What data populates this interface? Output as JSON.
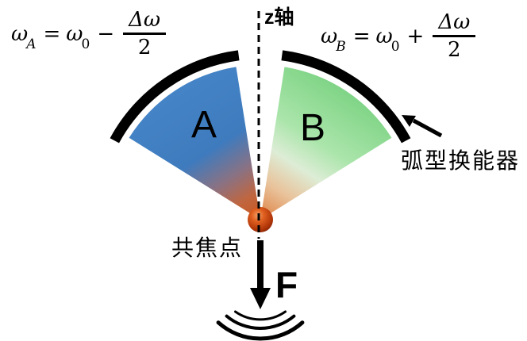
{
  "labels": {
    "z_axis": "z轴",
    "sector_a": "A",
    "sector_b": "B",
    "transducer": "弧型换能器",
    "focal_point": "共焦点",
    "force": "F"
  },
  "formula_a": {
    "sym1": "ω",
    "sub1": "A",
    "eq": "=",
    "sym2": "ω",
    "sub2": "0",
    "op": "−",
    "frac_num": "Δω",
    "frac_den": "2"
  },
  "formula_b": {
    "sym1": "ω",
    "sub1": "B",
    "eq": "=",
    "sym2": "ω",
    "sub2": "0",
    "op": "+",
    "frac_num": "Δω",
    "frac_den": "2"
  },
  "colors": {
    "ink": "#000000",
    "sector_a_stops": {
      "s0": "#4484c6",
      "s1": "#3e7bbe",
      "s2": "#8a7283",
      "s3": "#c0663f",
      "s4": "#c9561f"
    },
    "sector_b_stops": {
      "s0": "#7fd486",
      "s1": "#abe5ab",
      "s2": "#ddedd6",
      "s3": "#e9c29a",
      "s4": "#dd7e3f"
    },
    "sphere_stops": {
      "s0": "#f5a065",
      "s1": "#e06020",
      "s2": "#b03508",
      "s3": "#701c03"
    }
  }
}
